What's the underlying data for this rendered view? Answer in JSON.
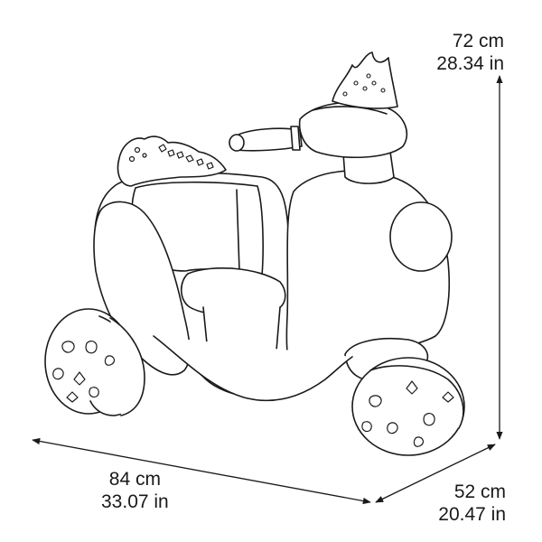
{
  "dimensions": {
    "height": {
      "metric": "72 cm",
      "imperial": "28.34 in"
    },
    "length": {
      "metric": "84 cm",
      "imperial": "33.07 in"
    },
    "width": {
      "metric": "52 cm",
      "imperial": "20.47 in"
    }
  },
  "colors": {
    "ink": "#1a1a1a",
    "background": "#ffffff"
  }
}
